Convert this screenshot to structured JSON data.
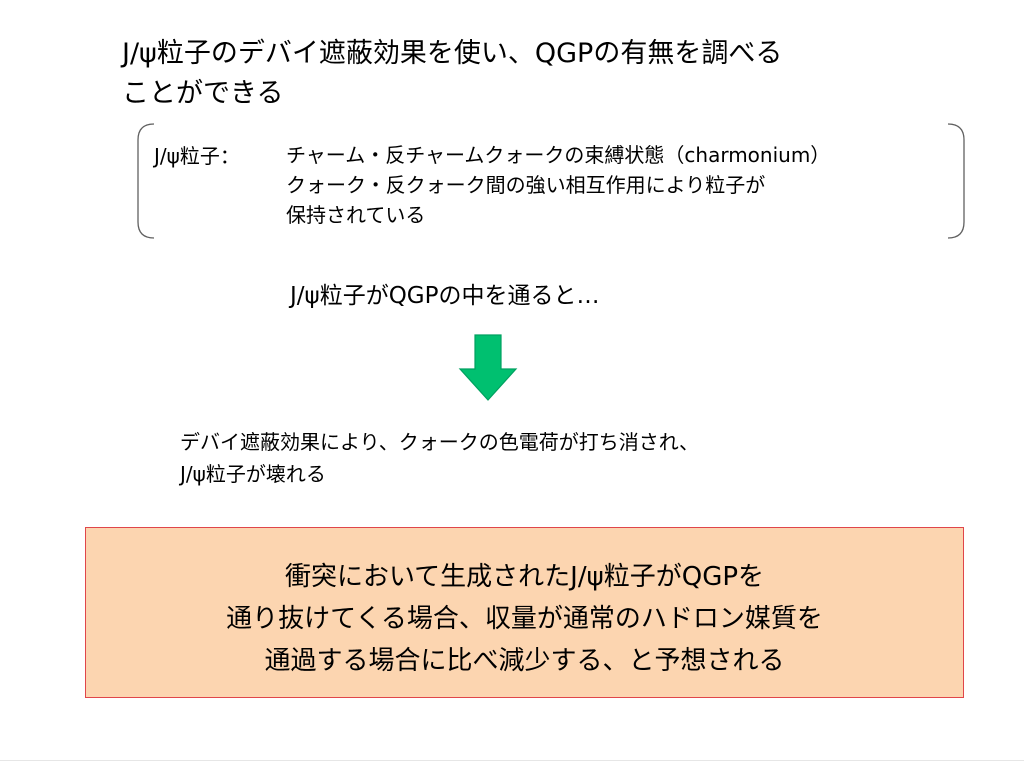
{
  "title": {
    "line1": "J/ψ粒子のデバイ遮蔽効果を使い、QGPの有無を調べる",
    "line2": "ことができる"
  },
  "definition": {
    "term": "J/ψ粒子：",
    "line1": "チャーム・反チャームクォークの束縛状態（charmonium）",
    "line2": "クォーク・反クォーク間の強い相互作用により粒子が",
    "line3": "保持されている"
  },
  "subtitle": "J/ψ粒子がQGPの中を通ると…",
  "result": {
    "line1": "デバイ遮蔽効果により、クォークの色電荷が打ち消され、",
    "line2": "J/ψ粒子が壊れる"
  },
  "conclusion": {
    "line1": "衝突において生成されたJ/ψ粒子がQGPを",
    "line2": "通り抜けてくる場合、収量が通常のハドロン媒質を",
    "line3": "通過する場合に比べ減少する、と予想される"
  },
  "colors": {
    "arrow_fill": "#00c070",
    "arrow_stroke": "#00a060",
    "conclusion_bg": "#fcd5b0",
    "conclusion_border": "#e0464a"
  },
  "icons": {
    "arrow": "down-arrow-icon"
  }
}
